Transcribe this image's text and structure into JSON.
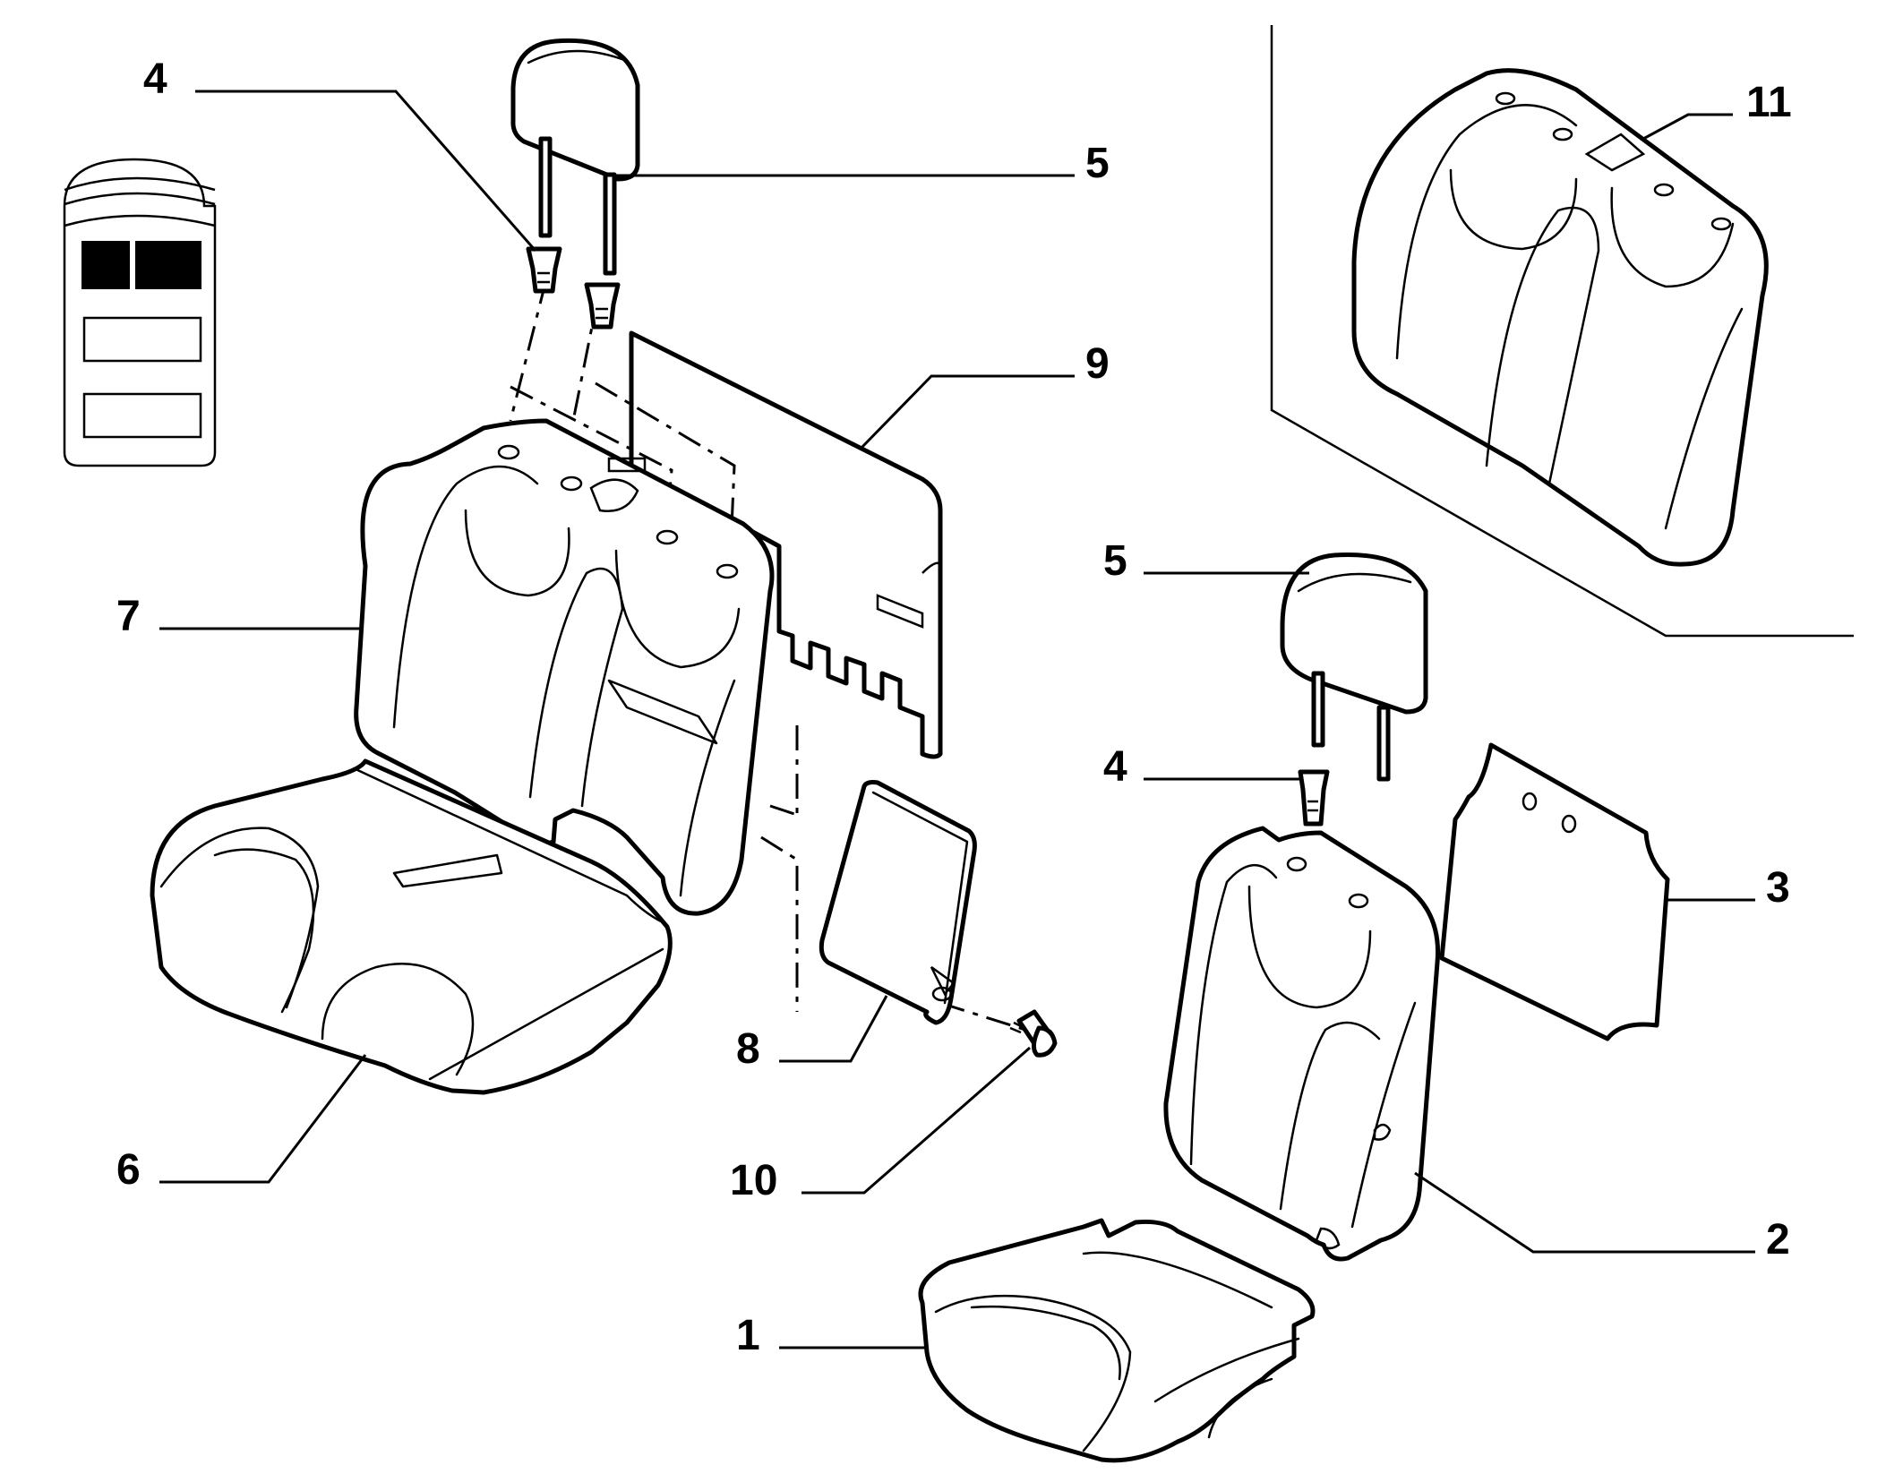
{
  "diagram": {
    "callouts": {
      "c1": "1",
      "c2": "2",
      "c3": "3",
      "c4a": "4",
      "c4b": "4",
      "c5a": "5",
      "c5b": "5",
      "c6": "6",
      "c7": "7",
      "c8": "8",
      "c9": "9",
      "c10": "10",
      "c11": "11"
    }
  }
}
